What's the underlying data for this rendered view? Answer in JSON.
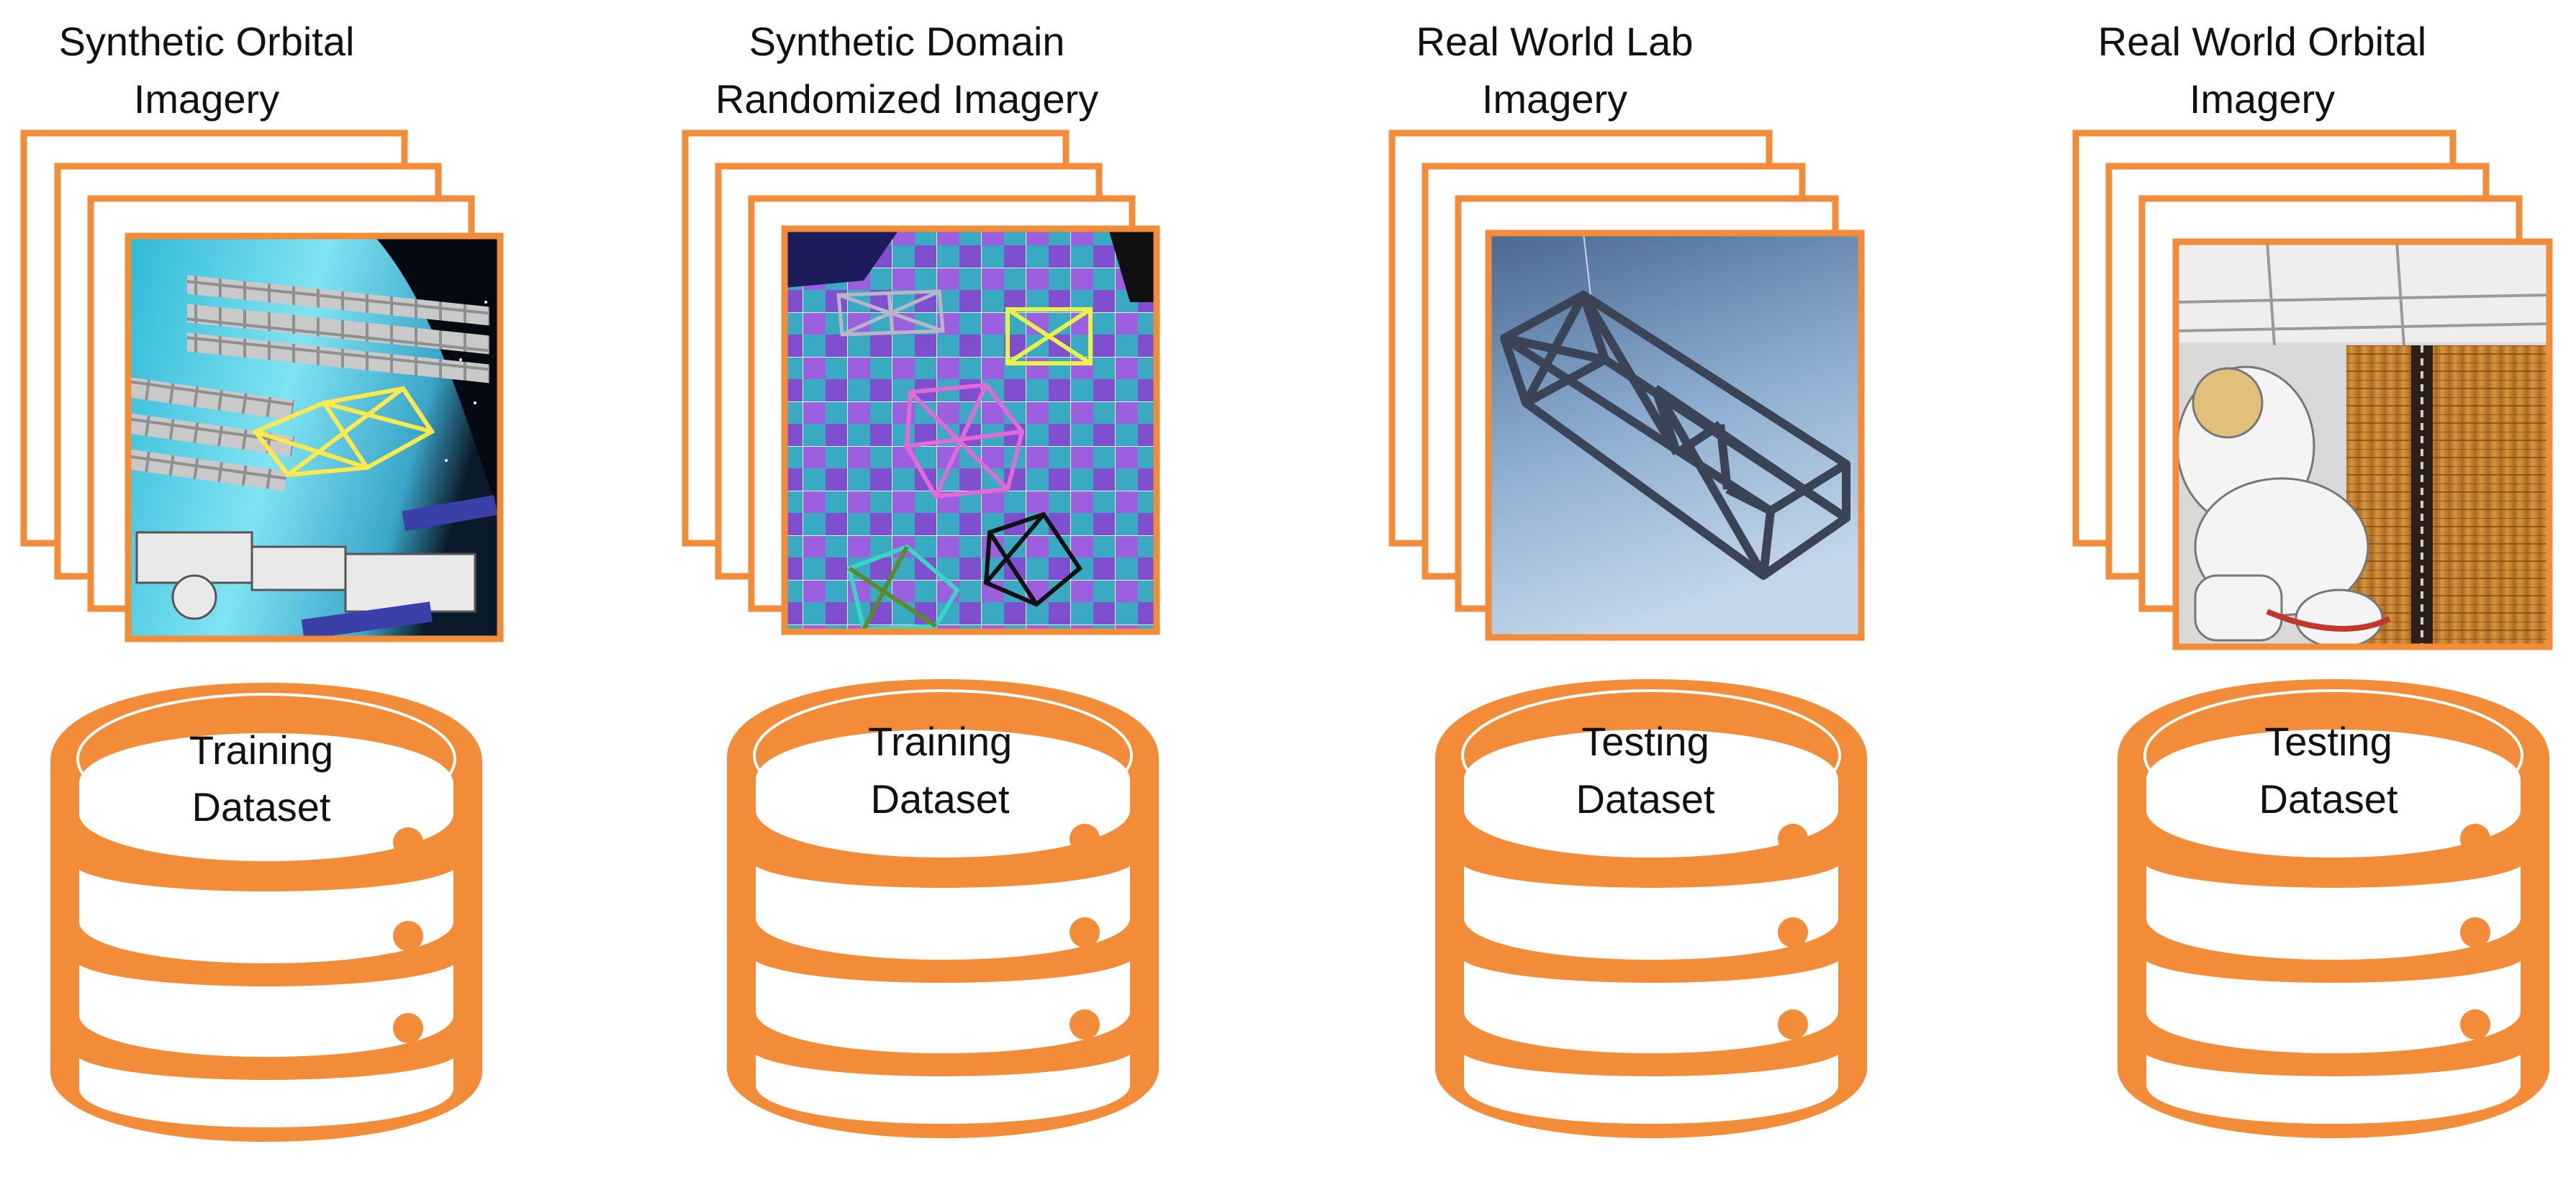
{
  "colors": {
    "accent": "#F28C38",
    "text": "#111111",
    "background": "#FFFFFF"
  },
  "columns": [
    {
      "title_lines": [
        "Synthetic Orbital",
        "Imagery"
      ],
      "image_content": "space station with truss structure over Earth",
      "database_lines": [
        "Training",
        "Dataset"
      ]
    },
    {
      "title_lines": [
        "Synthetic Domain",
        "Randomized Imagery"
      ],
      "image_content": "colored truss cubes on purple and teal grid floor",
      "database_lines": [
        "Training",
        "Dataset"
      ]
    },
    {
      "title_lines": [
        "Real World Lab",
        "Imagery"
      ],
      "image_content": "dark truss model against blue gradient background",
      "database_lines": [
        "Testing",
        "Dataset"
      ]
    },
    {
      "title_lines": [
        "Real World Orbital",
        "Imagery"
      ],
      "image_content": "astronaut beside solar array on space station",
      "database_lines": [
        "Testing",
        "Dataset"
      ]
    }
  ]
}
